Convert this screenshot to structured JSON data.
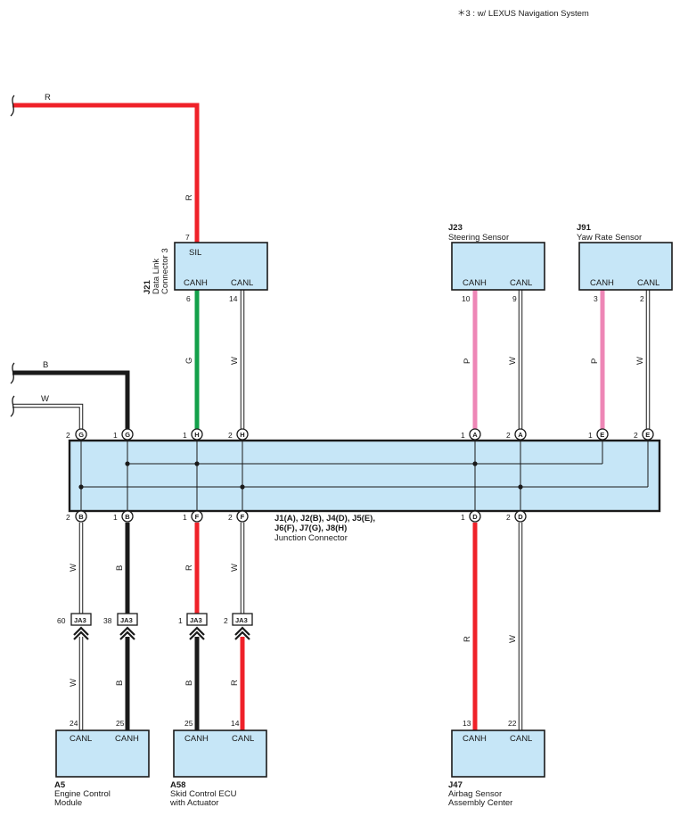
{
  "note": "＊3 : w/ LEXUS Navigation System",
  "colors": {
    "red": "#ef2129",
    "black": "#1a1a1a",
    "green": "#13a04a",
    "pink": "#ee86b6",
    "white": "#ffffff",
    "box_fill": "#c6e6f7"
  },
  "wire_labels": {
    "r_top": "R",
    "r_vert": "R",
    "b_top": "B",
    "w_top": "W",
    "g_j21": "G",
    "w_j21": "W",
    "p_j23": "P",
    "w_j23": "W",
    "p_j91": "P",
    "w_j91": "W",
    "w_b2": "W",
    "b_b1": "B",
    "r_f1": "R",
    "w_f2": "W",
    "r_d1": "R",
    "w_d2": "W",
    "w_a5": "W",
    "b_a5": "B",
    "b_a58": "B",
    "r_a58": "R"
  },
  "j21": {
    "code": "J21",
    "name1": "Data Link",
    "name2": "Connector 3",
    "sil": "SIL",
    "canh": "CANH",
    "canl": "CANL",
    "pin_sil": "7",
    "pin_canh": "6",
    "pin_canl": "14"
  },
  "j23": {
    "code": "J23",
    "name": "Steering Sensor",
    "canh": "CANH",
    "canl": "CANL",
    "pin_canh": "10",
    "pin_canl": "9"
  },
  "j91": {
    "code": "J91",
    "name": "Yaw Rate Sensor",
    "canh": "CANH",
    "canl": "CANL",
    "pin_canh": "3",
    "pin_canl": "2"
  },
  "junction": {
    "line1": "J1(A), J2(B), J4(D), J5(E),",
    "line2": "J6(F), J7(G), J8(H)",
    "name": "Junction Connector",
    "top_pins": [
      {
        "num": "2",
        "letter": "G"
      },
      {
        "num": "1",
        "letter": "G"
      },
      {
        "num": "1",
        "letter": "H"
      },
      {
        "num": "2",
        "letter": "H"
      },
      {
        "num": "1",
        "letter": "A"
      },
      {
        "num": "2",
        "letter": "A"
      },
      {
        "num": "1",
        "letter": "E"
      },
      {
        "num": "2",
        "letter": "E"
      }
    ],
    "bottom_pins": [
      {
        "num": "2",
        "letter": "B"
      },
      {
        "num": "1",
        "letter": "B"
      },
      {
        "num": "1",
        "letter": "F"
      },
      {
        "num": "2",
        "letter": "F"
      },
      {
        "num": "1",
        "letter": "D"
      },
      {
        "num": "2",
        "letter": "D"
      }
    ]
  },
  "ja3": {
    "label": "JA3",
    "pins": [
      "60",
      "38",
      "1",
      "2"
    ]
  },
  "a5": {
    "code": "A5",
    "name1": "Engine Control",
    "name2": "Module",
    "canl": "CANL",
    "canh": "CANH",
    "pin_canl": "24",
    "pin_canh": "25"
  },
  "a58": {
    "code": "A58",
    "name1": "Skid Control ECU",
    "name2": "with Actuator",
    "canh": "CANH",
    "canl": "CANL",
    "pin_canh": "25",
    "pin_canl": "14"
  },
  "j47": {
    "code": "J47",
    "name1": "Airbag Sensor",
    "name2": "Assembly Center",
    "canh": "CANH",
    "canl": "CANL",
    "pin_canh": "13",
    "pin_canl": "22"
  }
}
